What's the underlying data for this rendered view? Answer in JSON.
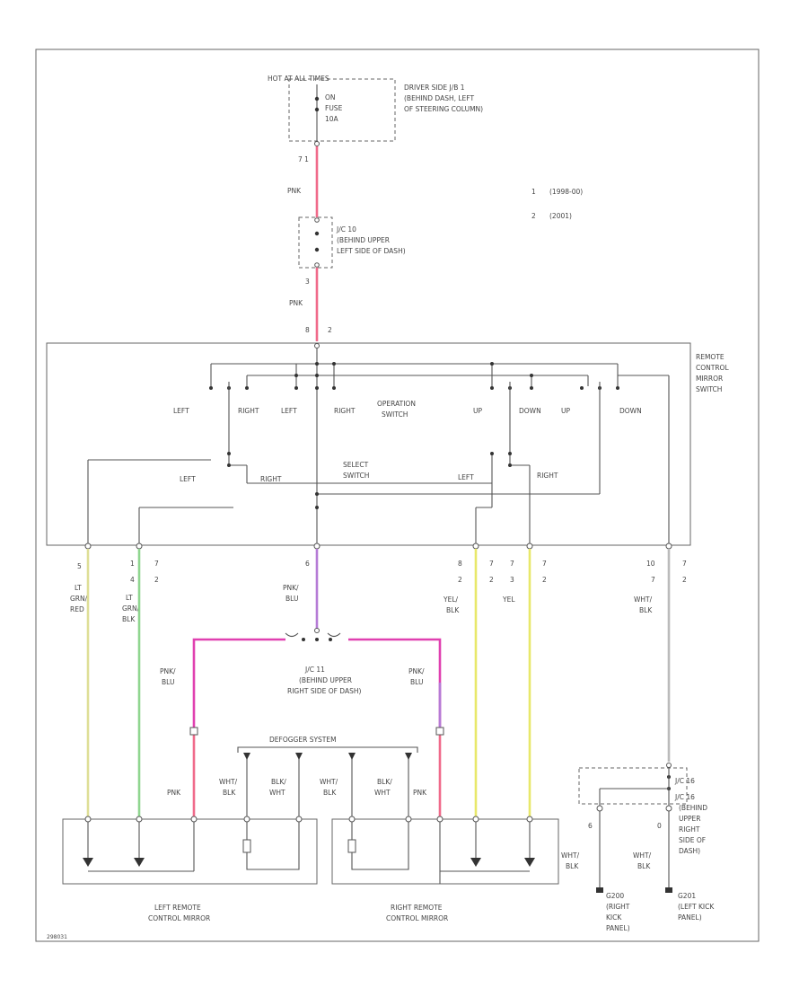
{
  "colors": {
    "pink": "#f06a8a",
    "violet": "#b57bd6",
    "magenta": "#e040b0",
    "yellow": "#e8e86a",
    "green": "#8fd68f",
    "lt_yellow": "#dede96",
    "gray": "#bbbbbb"
  },
  "top_fuse": {
    "header": "HOT AT ALL TIMES",
    "fuse_lines": [
      "ON",
      "FUSE",
      "10A"
    ],
    "location_lines": [
      "DRIVER SIDE J/B 1",
      "(BEHIND DASH, LEFT",
      "OF STEERING COLUMN)"
    ],
    "pin_top": "7 1",
    "wire_top": "PNK"
  },
  "notes": [
    {
      "num": "1",
      "text": "(1998-00)"
    },
    {
      "num": "2",
      "text": "(2001)"
    }
  ],
  "jc_upper": {
    "label_lines": [
      "J/C 10",
      "(BEHIND UPPER",
      "LEFT SIDE OF DASH)"
    ],
    "pin_below": "3",
    "wire_below": "PNK",
    "pins_switch": [
      "8",
      "2"
    ]
  },
  "remote_switch": {
    "label_lines": [
      "REMOTE",
      "CONTROL",
      "MIRROR",
      "SWITCH"
    ],
    "op_labels": [
      "LEFT",
      "RIGHT",
      "LEFT",
      "RIGHT",
      "UP",
      "DOWN",
      "UP",
      "DOWN"
    ],
    "operation_lines": [
      "OPERATION",
      "SWITCH"
    ],
    "select_lines": [
      "SELECT",
      "SWITCH"
    ],
    "select_labels": [
      "LEFT",
      "RIGHT",
      "LEFT",
      "RIGHT"
    ]
  },
  "wires": {
    "w1": {
      "pins": [
        "5",
        ""
      ],
      "lines": [
        "LT",
        "GRN/",
        "RED"
      ]
    },
    "w2": {
      "pins": [
        "1",
        "4"
      ],
      "pins2": [
        "7",
        "2"
      ],
      "lines": [
        "LT",
        "GRN/",
        "BLK"
      ]
    },
    "w3": {
      "pin": "6",
      "lines": [
        "PNK/",
        "BLU"
      ]
    },
    "w4": {
      "pins": [
        "8",
        "2"
      ],
      "pins2": [
        "7",
        "2"
      ],
      "lines": [
        "YEL/",
        "BLK"
      ]
    },
    "w5": {
      "pins": [
        "7",
        "3"
      ],
      "pins2": [
        "7",
        "2"
      ],
      "lines": [
        "YEL"
      ]
    },
    "w6": {
      "pins": [
        "10",
        "7"
      ],
      "pins2": [
        "7",
        "2"
      ],
      "lines": [
        "WHT/",
        "BLK"
      ]
    }
  },
  "jc_right": {
    "label_lines": [
      "J/C 11",
      "(BEHIND UPPER",
      "RIGHT SIDE OF DASH)"
    ],
    "left_wire": [
      "PNK/",
      "BLU"
    ],
    "right_wire": [
      "PNK/",
      "BLU"
    ]
  },
  "defogger": {
    "label": "DEFOGGER SYSTEM"
  },
  "mirror_wires": {
    "left": [
      [
        "PNK"
      ],
      [
        "WHT/",
        "BLK"
      ],
      [
        "BLK/",
        "WHT"
      ]
    ],
    "right": [
      [
        "WHT/",
        "BLK"
      ],
      [
        "BLK/",
        "WHT"
      ],
      [
        "PNK"
      ]
    ]
  },
  "left_mirror": {
    "label_lines": [
      "LEFT REMOTE",
      "CONTROL MIRROR"
    ]
  },
  "right_mirror": {
    "label_lines": [
      "RIGHT REMOTE",
      "CONTROL MIRROR"
    ]
  },
  "jc_lower": {
    "label_lines": [
      "J/C 16",
      "J/C 16",
      "(BEHIND",
      "UPPER",
      "RIGHT",
      "SIDE OF",
      "DASH)"
    ],
    "pins": [
      "6",
      "0"
    ],
    "wire_left": [
      "WHT/",
      "BLK"
    ],
    "wire_right": [
      "WHT/",
      "BLK"
    ],
    "ground_left": [
      "G200",
      "(RIGHT",
      "KICK",
      "PANEL)"
    ],
    "ground_right": [
      "G201",
      "(LEFT KICK",
      "PANEL)"
    ]
  },
  "footer": "298031"
}
